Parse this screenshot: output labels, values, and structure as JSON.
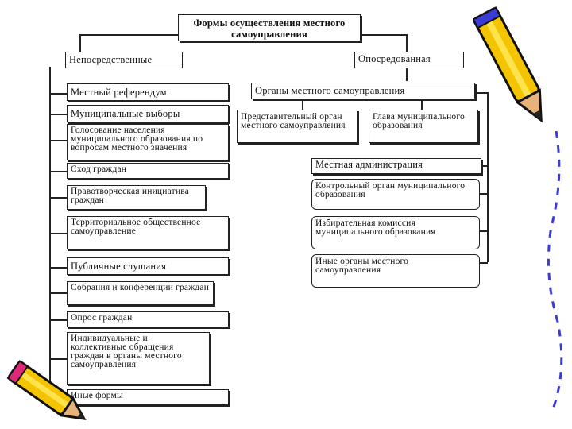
{
  "diagram": {
    "title": "Формы осуществления местного самоуправления",
    "left_branch": {
      "header": "Непосредственные",
      "items": [
        "Местный референдум",
        "Муниципальные выборы",
        "Голосование населения муниципального образования по вопросам местного значения",
        "Сход граждан",
        "Правотворческая инициатива граждан",
        "Территориальное общественное самоуправление",
        "Публичные слушания",
        "Собрания и конференции граждан",
        "Опрос граждан",
        "Индивидуальные и коллективные обращения граждан в органы местного самоуправления",
        "Иные формы"
      ]
    },
    "right_branch": {
      "header": "Опосредованная",
      "organs_header": "Органы местного самоуправления",
      "sub_left": "Представительный орган местного самоуправления",
      "sub_right": "Глава муниципального образования",
      "items": [
        "Местная администрация",
        "Контрольный орган муниципального образования",
        "Избирательная комиссия муниципального образования",
        "Иные органы местного самоуправления"
      ]
    }
  },
  "decorations": {
    "pencil_colors": {
      "body": "#f5c400",
      "tip": "#e8b37a",
      "lead": "#222222",
      "eraser": "#e0287a",
      "band": "#3b3bd6"
    },
    "icons": [
      "pencil-icon-top-right",
      "pencil-icon-bottom-left",
      "pencil-dashed-trail"
    ]
  }
}
